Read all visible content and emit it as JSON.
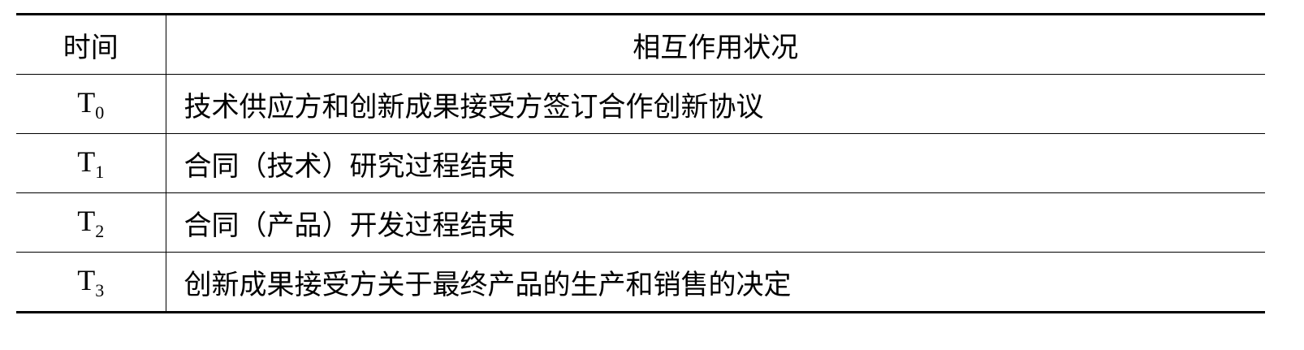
{
  "table": {
    "headers": {
      "time": "时间",
      "interaction": "相互作用状况"
    },
    "rows": [
      {
        "time": "T",
        "sub": "0",
        "desc": "技术供应方和创新成果接受方签订合作创新协议"
      },
      {
        "time": "T",
        "sub": "1",
        "desc": "合同（技术）研究过程结束"
      },
      {
        "time": "T",
        "sub": "2",
        "desc": "合同（产品）开发过程结束"
      },
      {
        "time": "T",
        "sub": "3",
        "desc": "创新成果接受方关于最终产品的生产和销售的决定"
      }
    ]
  }
}
